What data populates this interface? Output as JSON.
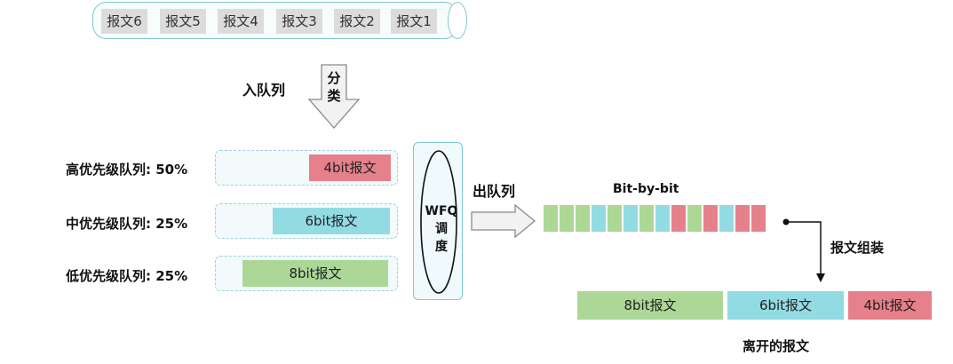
{
  "input_pipe": {
    "packets": [
      "报文6",
      "报文5",
      "报文4",
      "报文3",
      "报文2",
      "报文1"
    ]
  },
  "enqueue": {
    "label": "入队列",
    "classify": "分类"
  },
  "queues": [
    {
      "label": "高优先级队列: 50%",
      "packet": "4bit报文",
      "color": "#e6808a"
    },
    {
      "label": "中优先级队列: 25%",
      "packet": "6bit报文",
      "color": "#92dbe3"
    },
    {
      "label": "低优先级队列: 25%",
      "packet": "8bit报文",
      "color": "#acd797"
    }
  ],
  "scheduler": {
    "line1": "WFQ",
    "line2": "调",
    "line3": "度"
  },
  "dequeue": {
    "label": "出队列"
  },
  "bit_stream": {
    "label": "Bit-by-bit",
    "colors": [
      "green",
      "green",
      "green",
      "blue",
      "green",
      "blue",
      "green",
      "blue",
      "red",
      "green",
      "red",
      "blue",
      "red",
      "red"
    ]
  },
  "reassembly": {
    "label": "报文组装"
  },
  "output": {
    "packets": [
      {
        "text": "8bit报文",
        "color": "#acd797"
      },
      {
        "text": "6bit报文",
        "color": "#92dbe3"
      },
      {
        "text": "4bit报文",
        "color": "#e6808a"
      }
    ],
    "caption": "离开的报文"
  }
}
